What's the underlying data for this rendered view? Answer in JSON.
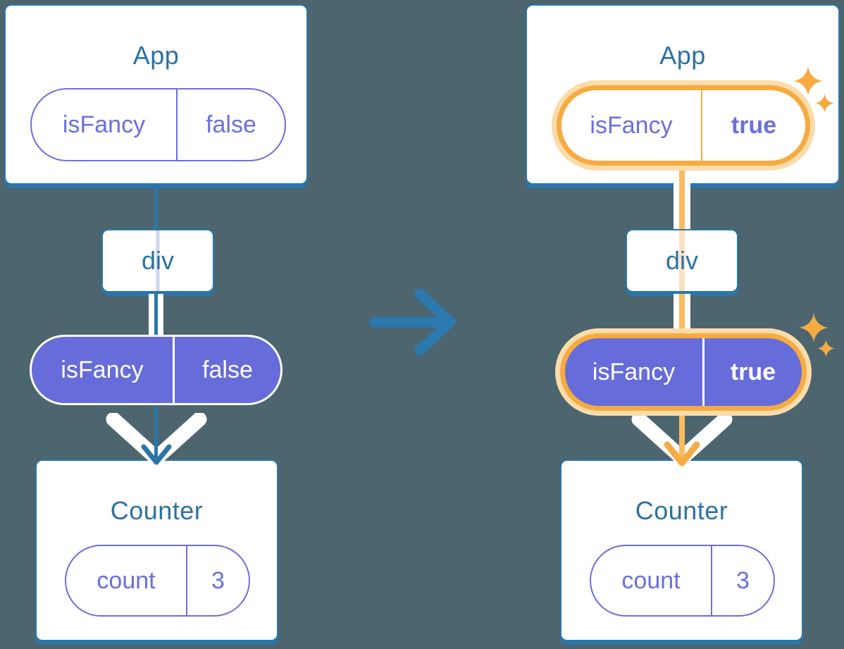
{
  "colors": {
    "background": "#4c656f",
    "card_outline_blue": "#2b76a8",
    "component_title_blue": "#2b72a1",
    "prop_indigo": "#6a70dc",
    "pill_fill_indigo": "#666cd9",
    "highlight_orange": "#f5ab42",
    "highlight_glow": "#fbdcaa",
    "pass_through_lavender": "#ccd7f2",
    "pass_through_peach": "#fbe3c0",
    "flow_line_white": "#ffffff"
  },
  "left_tree": {
    "app": {
      "title": "App",
      "prop_pill": {
        "key": "isFancy",
        "value": "false"
      }
    },
    "div_node": {
      "label": "div"
    },
    "passed_prop_pill": {
      "key": "isFancy",
      "value": "false"
    },
    "counter": {
      "title": "Counter",
      "state_pill": {
        "key": "count",
        "value": "3"
      }
    }
  },
  "right_tree": {
    "app": {
      "title": "App",
      "prop_pill": {
        "key": "isFancy",
        "value": "true"
      }
    },
    "div_node": {
      "label": "div"
    },
    "passed_prop_pill": {
      "key": "isFancy",
      "value": "true"
    },
    "counter": {
      "title": "Counter",
      "state_pill": {
        "key": "count",
        "value": "3"
      }
    }
  },
  "icons": {
    "transition": "arrow-right-icon",
    "flow": "chevron-down-arrow-icon",
    "highlight": "sparkle-icon"
  }
}
